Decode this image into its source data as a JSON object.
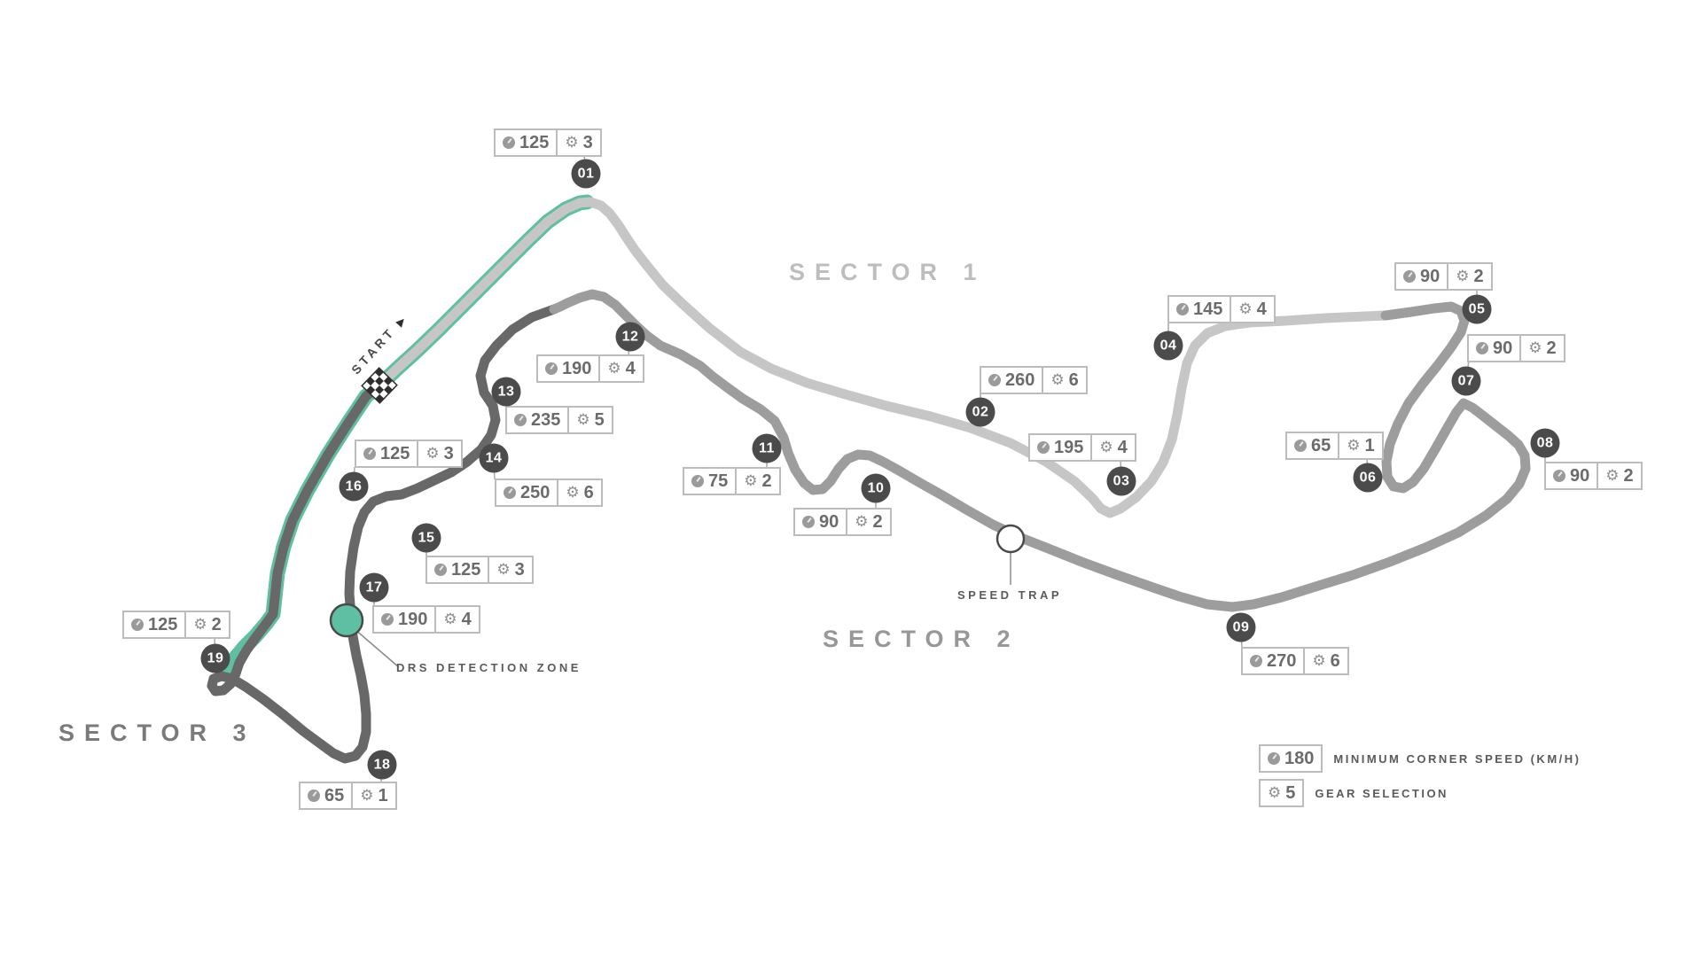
{
  "sectors": [
    {
      "label": "SECTOR 1"
    },
    {
      "label": "SECTOR 2"
    },
    {
      "label": "SECTOR 3"
    }
  ],
  "corners": [
    {
      "id": "01",
      "speed": "125",
      "gear": "3"
    },
    {
      "id": "02",
      "speed": "260",
      "gear": "6"
    },
    {
      "id": "03",
      "speed": "195",
      "gear": "4"
    },
    {
      "id": "04",
      "speed": "145",
      "gear": "4"
    },
    {
      "id": "05",
      "speed": "90",
      "gear": "2"
    },
    {
      "id": "06",
      "speed": "65",
      "gear": "1"
    },
    {
      "id": "07",
      "speed": "90",
      "gear": "2"
    },
    {
      "id": "08",
      "speed": "90",
      "gear": "2"
    },
    {
      "id": "09",
      "speed": "270",
      "gear": "6"
    },
    {
      "id": "10",
      "speed": "90",
      "gear": "2"
    },
    {
      "id": "11",
      "speed": "75",
      "gear": "2"
    },
    {
      "id": "12",
      "speed": "190",
      "gear": "4"
    },
    {
      "id": "13",
      "speed": "235",
      "gear": "5"
    },
    {
      "id": "14",
      "speed": "250",
      "gear": "6"
    },
    {
      "id": "15",
      "speed": "125",
      "gear": "3"
    },
    {
      "id": "16",
      "speed": "125",
      "gear": "3"
    },
    {
      "id": "17",
      "speed": "190",
      "gear": "4"
    },
    {
      "id": "18",
      "speed": "65",
      "gear": "1"
    },
    {
      "id": "19",
      "speed": "125",
      "gear": "2"
    }
  ],
  "markers": {
    "start_label": "START",
    "start_arrow": "▶",
    "speed_trap": "SPEED TRAP",
    "drs": "DRS DETECTION ZONE"
  },
  "legend": {
    "speed_value": "180",
    "speed_label": "MINIMUM CORNER SPEED (KM/H)",
    "gear_value": "5",
    "gear_label": "GEAR SELECTION"
  },
  "colors": {
    "sector1": "#c6c6c6",
    "sector2": "#9d9d9d",
    "sector3": "#686868",
    "drs_teal": "#5fbfa3",
    "badge": "#4b4b4b"
  }
}
